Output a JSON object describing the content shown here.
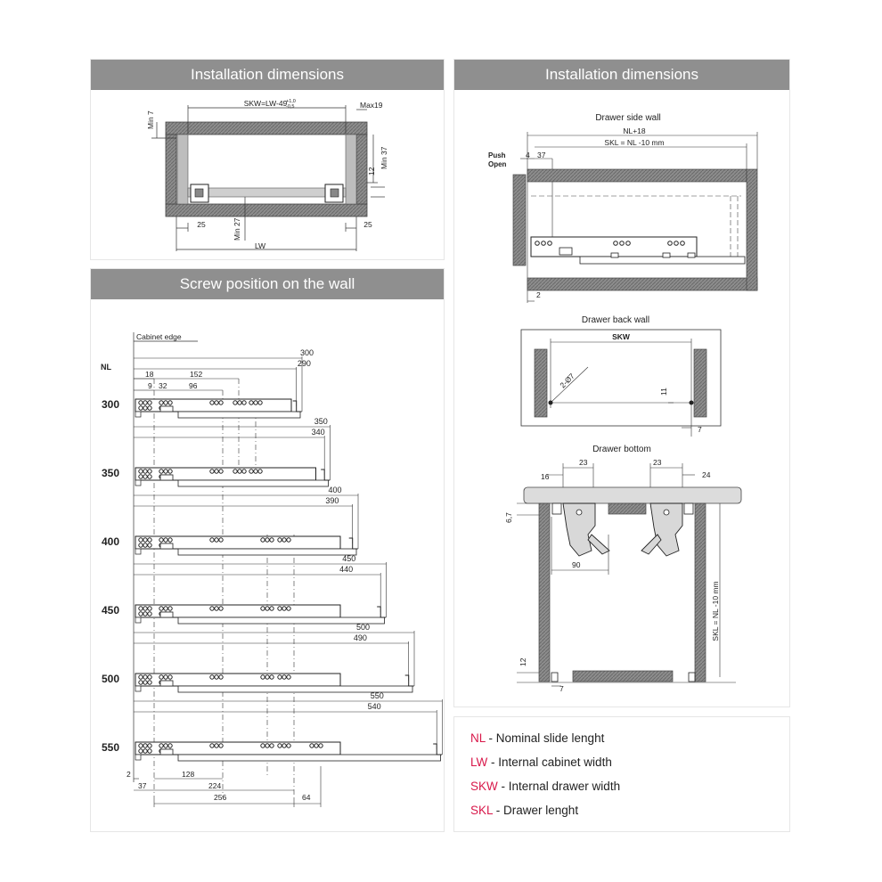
{
  "panels": {
    "install_left": "Installation dimensions",
    "screw_position": "Screw position on the wall",
    "install_right": "Installation dimensions"
  },
  "front_view": {
    "skw_formula": "SKW=LW-49",
    "tol_plus": "+1,0",
    "tol_minus": "-0,5",
    "max19": "Max19",
    "min7": "Min 7",
    "min37": "Min 37",
    "dim12": "12",
    "dim25_left": "25",
    "dim25_right": "25",
    "min27": "Min 27",
    "lw": "LW"
  },
  "screw_chart": {
    "cabinet_edge": "Cabinet edge",
    "nl_header": "NL",
    "top_dims": [
      "18",
      "9",
      "32",
      "152",
      "96"
    ],
    "rows": [
      {
        "nl": "300",
        "outer": "300",
        "inner": "290"
      },
      {
        "nl": "350",
        "outer": "350",
        "inner": "340"
      },
      {
        "nl": "400",
        "outer": "400",
        "inner": "390"
      },
      {
        "nl": "450",
        "outer": "450",
        "inner": "440"
      },
      {
        "nl": "500",
        "outer": "500",
        "inner": "490"
      },
      {
        "nl": "550",
        "outer": "550",
        "inner": "540"
      }
    ],
    "bottom_dims": {
      "d2": "2",
      "d37": "37",
      "d128": "128",
      "d224": "224",
      "d256": "256",
      "d64": "64"
    }
  },
  "side_wall": {
    "title": "Drawer side wall",
    "nl18": "NL+18",
    "skl": "SKL = NL -10 mm",
    "push": "Push",
    "open": "Open",
    "d4": "4",
    "d37": "37",
    "d2": "2"
  },
  "back_wall": {
    "title": "Drawer back wall",
    "skw": "SKW",
    "hole": "2-Ø7",
    "d11": "11",
    "d7": "7"
  },
  "bottom": {
    "title": "Drawer bottom",
    "d16": "16",
    "d23a": "23",
    "d23b": "23",
    "d24": "24",
    "d6_7": "6,7",
    "d90": "90",
    "skl_vert": "SKL = NL -10 mm",
    "d12": "12",
    "d7": "7"
  },
  "legend": [
    {
      "abbr": "NL",
      "text": " - Nominal slide lenght"
    },
    {
      "abbr": "LW",
      "text": " - Internal cabinet width"
    },
    {
      "abbr": "SKW",
      "text": " - Internal drawer width"
    },
    {
      "abbr": "SKL",
      "text": " - Drawer lenght"
    }
  ],
  "colors": {
    "header_bg": "#8f8f8f",
    "accent": "#d8184a",
    "wall": "#9a9a9a"
  }
}
